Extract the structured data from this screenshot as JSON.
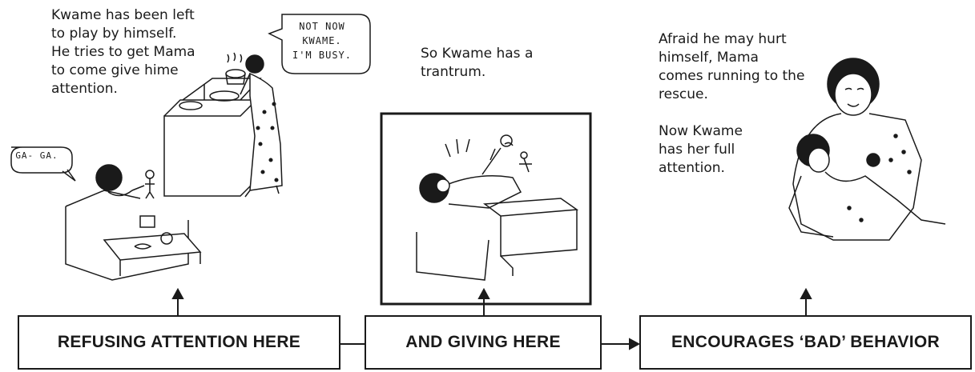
{
  "panels": [
    {
      "caption_lines": [
        "Kwame has been left",
        "to play by himself.",
        "He tries to get Mama",
        "to come give hime",
        "attention."
      ],
      "speech": [
        {
          "speaker": "Mama",
          "lines": [
            "NOT NOW",
            "KWAME.",
            "I'M BUSY."
          ]
        },
        {
          "speaker": "Kwame",
          "lines": [
            "GA- GA."
          ]
        }
      ],
      "box_label": "REFUSING ATTENTION HERE"
    },
    {
      "caption_lines": [
        "So Kwame has a",
        "trantrum."
      ],
      "box_label": "AND GIVING HERE"
    },
    {
      "caption_lines": [
        "Afraid he may hurt",
        "himself, Mama",
        "comes running to the",
        "rescue."
      ],
      "caption2_lines": [
        "Now Kwame",
        "has her full",
        "attention."
      ],
      "box_label": "ENCOURAGES ‘BAD’ BEHAVIOR"
    }
  ],
  "illustrations": [
    {
      "description_icon": "mother-cooking-child-playing"
    },
    {
      "description_icon": "child-tantrum"
    },
    {
      "description_icon": "mother-comforting-child"
    }
  ]
}
